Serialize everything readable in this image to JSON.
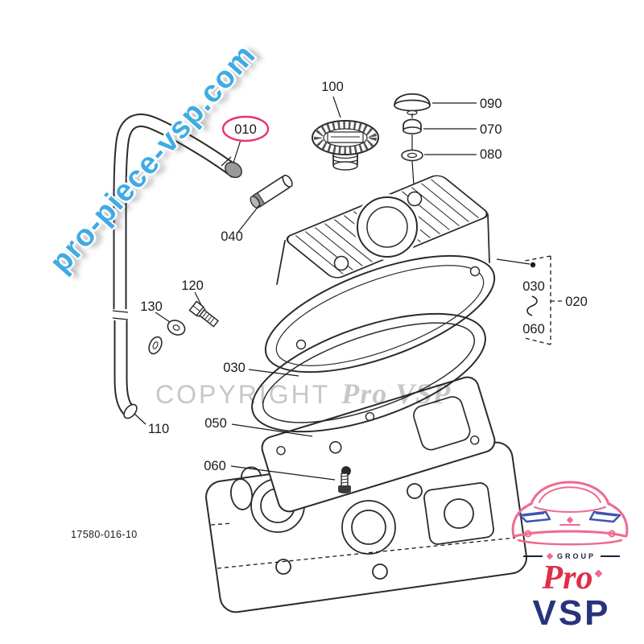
{
  "page": {
    "background": "#ffffff"
  },
  "watermarks": {
    "diagonal_text": "pro-piece-vsp.com",
    "diagonal_color": "#3fabe3",
    "copyright_prefix": "COPYRIGHT",
    "copyright_brand": "Pro VSP"
  },
  "diagram": {
    "ref_number": "17580-016-10",
    "ink_color": "#2b2b2b",
    "highlight_color": "#e8336e",
    "labels": {
      "filler_cap": "100",
      "breather_cap": "090",
      "cap_nut": "070",
      "washer_top": "080",
      "breather_hose": "010",
      "hose_joint": "040",
      "gasket": "030",
      "cover_plate": "050",
      "stud": "060",
      "bolt": "120",
      "washer_set": "130",
      "pipe": "110",
      "kit_gasket": "030",
      "kit_stud": "060",
      "kit": "020"
    }
  },
  "logo": {
    "group_label": "GROUP",
    "brand_pro": "Pro",
    "brand_vsp": "VSP",
    "pro_color": "#df2e45",
    "vsp_color": "#28337e",
    "accent_pink": "#ee6a90",
    "accent_blue": "#4053ae"
  }
}
